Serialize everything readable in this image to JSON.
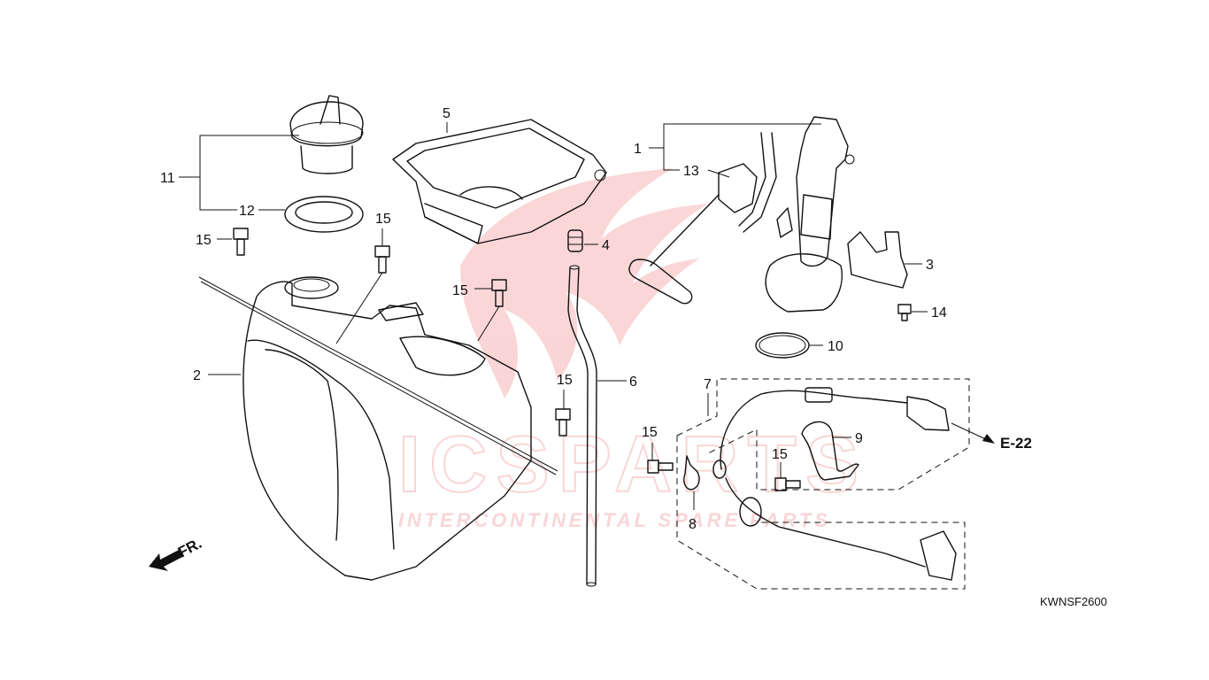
{
  "diagram": {
    "code": "KWNSF2600",
    "reference": "E-22",
    "front_marker": "FR.",
    "watermark": {
      "main": "ICSPARTS",
      "sub": "INTERCONTINENTAL SPARE PARTS",
      "color": "#e11b22"
    },
    "callouts": [
      "1",
      "2",
      "3",
      "4",
      "5",
      "6",
      "7",
      "8",
      "9",
      "10",
      "11",
      "12",
      "13",
      "14",
      "15",
      "15",
      "15",
      "15",
      "15",
      "15"
    ]
  }
}
